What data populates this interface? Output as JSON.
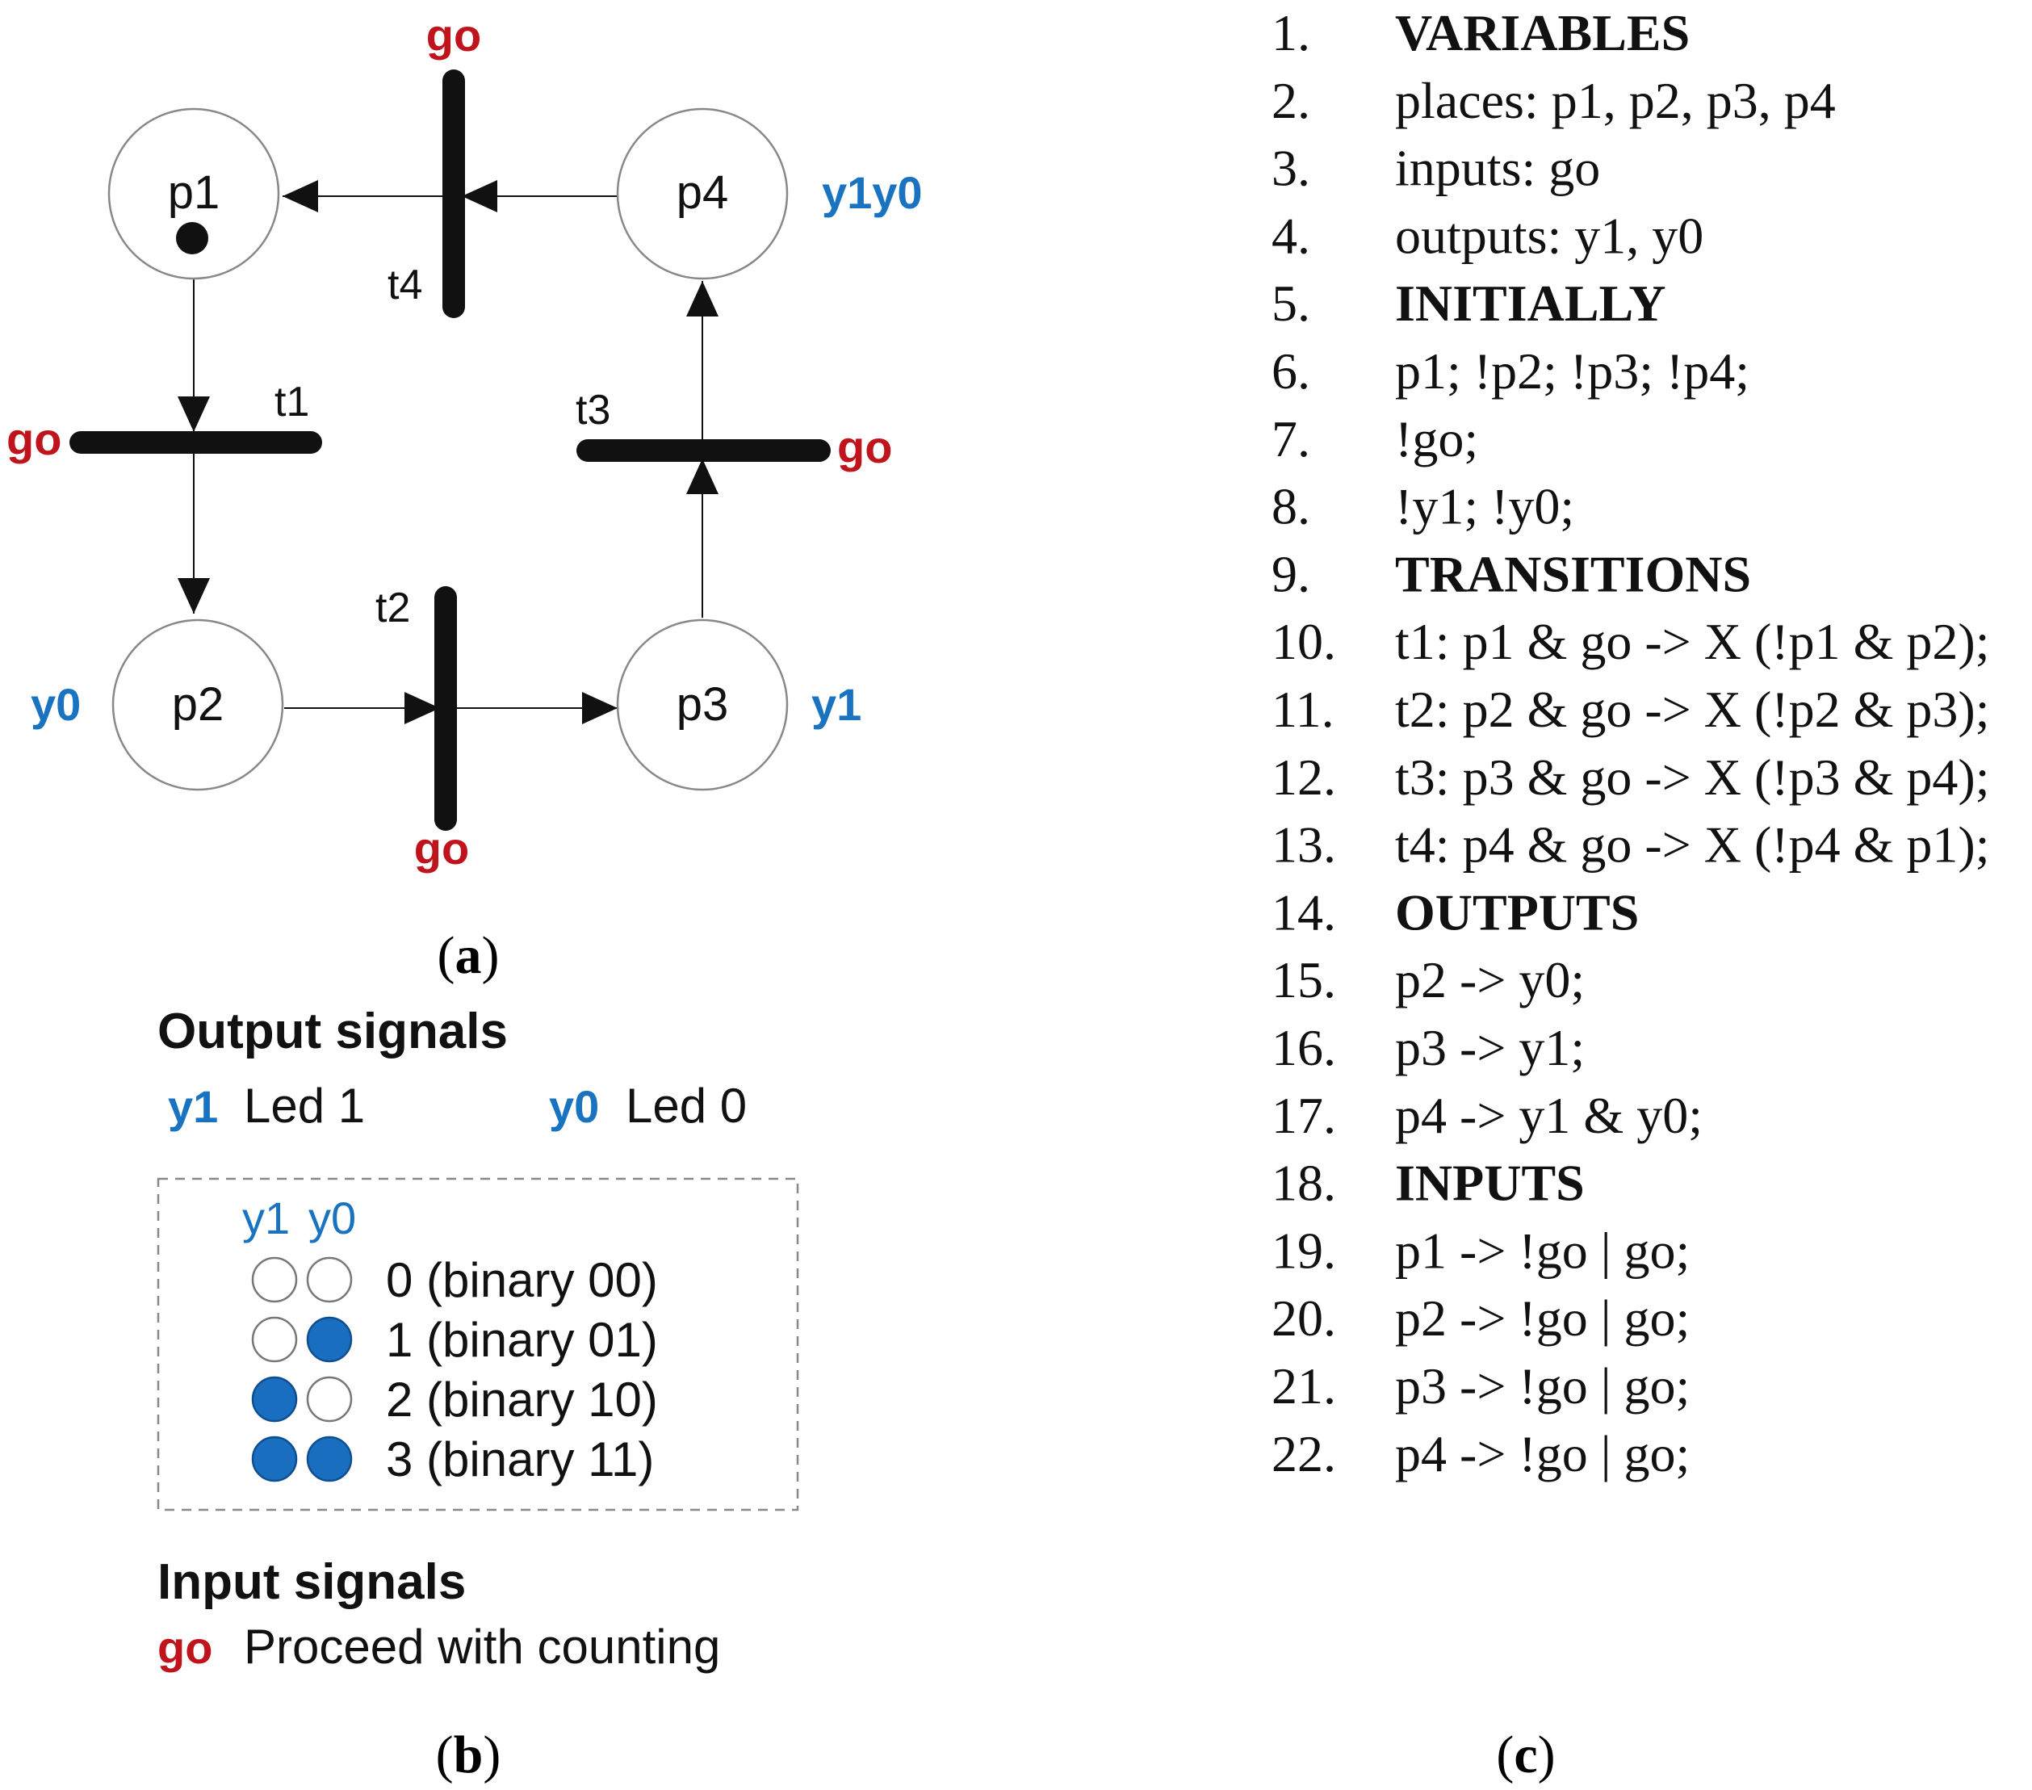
{
  "colors": {
    "go": "#c0141c",
    "output": "#1a73c0",
    "ink": "#111111",
    "led_on": "#1a6ec0"
  },
  "petri_net": {
    "places": [
      {
        "id": "p1",
        "label": "p1",
        "token": true,
        "output_label": ""
      },
      {
        "id": "p2",
        "label": "p2",
        "token": false,
        "output_label": "y0"
      },
      {
        "id": "p3",
        "label": "p3",
        "token": false,
        "output_label": "y1"
      },
      {
        "id": "p4",
        "label": "p4",
        "token": false,
        "output_label": "y1y0"
      }
    ],
    "transitions": [
      {
        "id": "t1",
        "label": "t1",
        "input_label": "go"
      },
      {
        "id": "t2",
        "label": "t2",
        "input_label": "go"
      },
      {
        "id": "t3",
        "label": "t3",
        "input_label": "go"
      },
      {
        "id": "t4",
        "label": "t4",
        "input_label": "go"
      }
    ],
    "caption_open": "(",
    "caption_letter": "a",
    "caption_close": ")"
  },
  "legend": {
    "output_header": "Output signals",
    "outputs": [
      {
        "signal": "y1",
        "desc": "Led 1"
      },
      {
        "signal": "y0",
        "desc": "Led 0"
      }
    ],
    "table_headers": [
      "y1",
      "y0"
    ],
    "rows": [
      {
        "y1": false,
        "y0": false,
        "text": "0 (binary 00)"
      },
      {
        "y1": false,
        "y0": true,
        "text": "1 (binary 01)"
      },
      {
        "y1": true,
        "y0": false,
        "text": "2 (binary 10)"
      },
      {
        "y1": true,
        "y0": true,
        "text": "3 (binary 11)"
      }
    ],
    "input_header": "Input signals",
    "inputs": [
      {
        "signal": "go",
        "desc": "Proceed with counting"
      }
    ],
    "caption_open": "(",
    "caption_letter": "b",
    "caption_close": ")"
  },
  "code": {
    "lines": [
      {
        "num": "1.",
        "text": "VARIABLES",
        "bold": true
      },
      {
        "num": "2.",
        "text": "places: p1, p2, p3, p4",
        "bold": false
      },
      {
        "num": "3.",
        "text": "inputs: go",
        "bold": false
      },
      {
        "num": "4.",
        "text": "outputs: y1, y0",
        "bold": false
      },
      {
        "num": "5.",
        "text": "INITIALLY",
        "bold": true
      },
      {
        "num": "6.",
        "text": "p1; !p2; !p3; !p4;",
        "bold": false
      },
      {
        "num": "7.",
        "text": "!go;",
        "bold": false
      },
      {
        "num": "8.",
        "text": "!y1; !y0;",
        "bold": false
      },
      {
        "num": "9.",
        "text": "TRANSITIONS",
        "bold": true
      },
      {
        "num": "10.",
        "text": "t1: p1 & go -> X (!p1 & p2);",
        "bold": false
      },
      {
        "num": "11.",
        "text": "t2: p2 & go -> X (!p2 & p3);",
        "bold": false
      },
      {
        "num": "12.",
        "text": "t3: p3 & go -> X (!p3 & p4);",
        "bold": false
      },
      {
        "num": "13.",
        "text": "t4: p4 & go -> X (!p4 & p1);",
        "bold": false
      },
      {
        "num": "14.",
        "text": "OUTPUTS",
        "bold": true
      },
      {
        "num": "15.",
        "text": "p2 -> y0;",
        "bold": false
      },
      {
        "num": "16.",
        "text": "p3 -> y1;",
        "bold": false
      },
      {
        "num": "17.",
        "text": "p4 -> y1 & y0;",
        "bold": false
      },
      {
        "num": "18.",
        "text": "INPUTS",
        "bold": true
      },
      {
        "num": "19.",
        "text": "p1 -> !go | go;",
        "bold": false
      },
      {
        "num": "20.",
        "text": "p2 -> !go | go;",
        "bold": false
      },
      {
        "num": "21.",
        "text": "p3 -> !go | go;",
        "bold": false
      },
      {
        "num": "22.",
        "text": "p4 -> !go | go;",
        "bold": false
      }
    ],
    "caption_open": "(",
    "caption_letter": "c",
    "caption_close": ")"
  }
}
